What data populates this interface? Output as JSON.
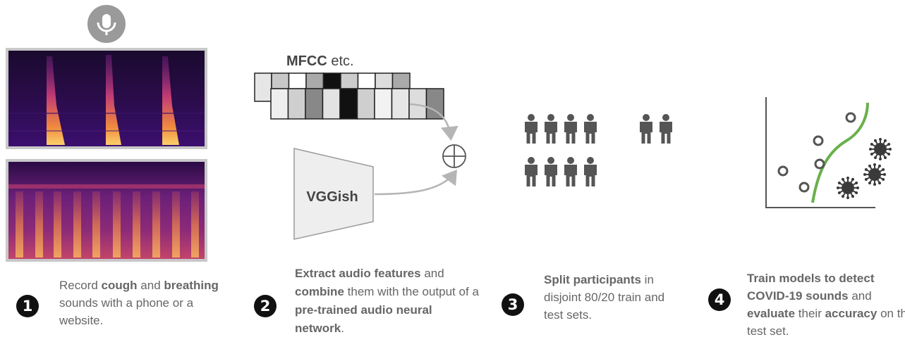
{
  "steps": [
    {
      "number": "1",
      "parts": [
        {
          "text": "Record ",
          "bold": false
        },
        {
          "text": "cough",
          "bold": true
        },
        {
          "text": " and ",
          "bold": false
        },
        {
          "text": "breathing",
          "bold": true
        },
        {
          "text": " sounds with a phone or a website.",
          "bold": false
        }
      ]
    },
    {
      "number": "2",
      "parts": [
        {
          "text": "Extract audio features",
          "bold": true
        },
        {
          "text": " and ",
          "bold": false
        },
        {
          "text": "combine",
          "bold": true
        },
        {
          "text": " them with the output of a ",
          "bold": false
        },
        {
          "text": "pre-trained audio neural network",
          "bold": true
        },
        {
          "text": ".",
          "bold": false
        }
      ]
    },
    {
      "number": "3",
      "parts": [
        {
          "text": "Split participants",
          "bold": true
        },
        {
          "text": " in disjoint 80/20 train and test sets.",
          "bold": false
        }
      ]
    },
    {
      "number": "4",
      "parts": [
        {
          "text": "Train models to detect COVID-19 sounds",
          "bold": true
        },
        {
          "text": " and ",
          "bold": false
        },
        {
          "text": "evaluate",
          "bold": true
        },
        {
          "text": " their ",
          "bold": false
        },
        {
          "text": "accuracy",
          "bold": true
        },
        {
          "text": " on the test set.",
          "bold": false
        }
      ]
    }
  ],
  "features": {
    "mfcc_bold": "MFCC",
    "mfcc_rest": " etc."
  },
  "model": {
    "label": "VGGish"
  },
  "colors": {
    "icon_gray": "#9a9a9a",
    "person_dark": "#555555",
    "green": "#6ab04c",
    "virus": "#3a3a3a",
    "number_bg": "#111111"
  },
  "icons": [
    "microphone-icon",
    "person-icon",
    "virus-icon",
    "combine-plus-icon"
  ]
}
